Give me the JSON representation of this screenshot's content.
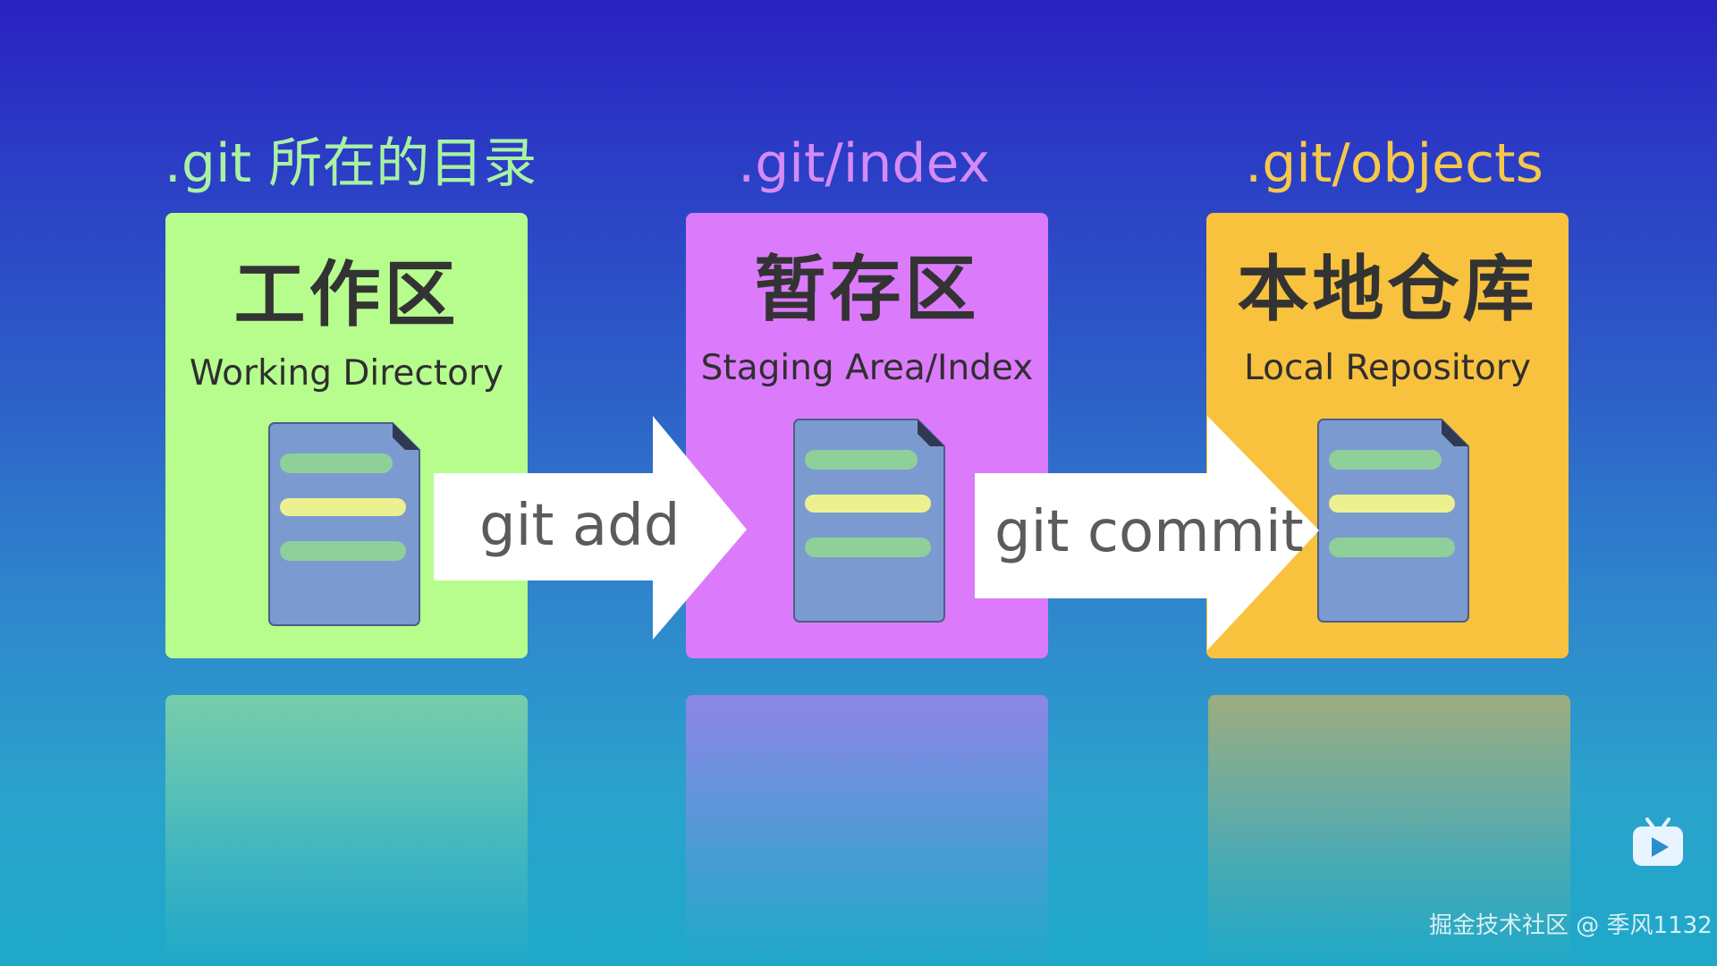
{
  "stages": [
    {
      "heading": ".git 所在的目录",
      "title": "工作区",
      "subtitle": "Working Directory",
      "color": "#b6fd8e"
    },
    {
      "heading": ".git/index",
      "title": "暂存区",
      "subtitle": "Staging Area/Index",
      "color": "#dc7afc"
    },
    {
      "heading": ".git/objects",
      "title": "本地仓库",
      "subtitle": "Local Repository",
      "color": "#f8c23e"
    }
  ],
  "arrows": [
    {
      "label": "git add"
    },
    {
      "label": "git commit"
    }
  ],
  "watermark": "掘金技术社区 @ 季风1132",
  "icons": {
    "document": "file-document-icon",
    "brand": "bilibili-tv-icon"
  }
}
